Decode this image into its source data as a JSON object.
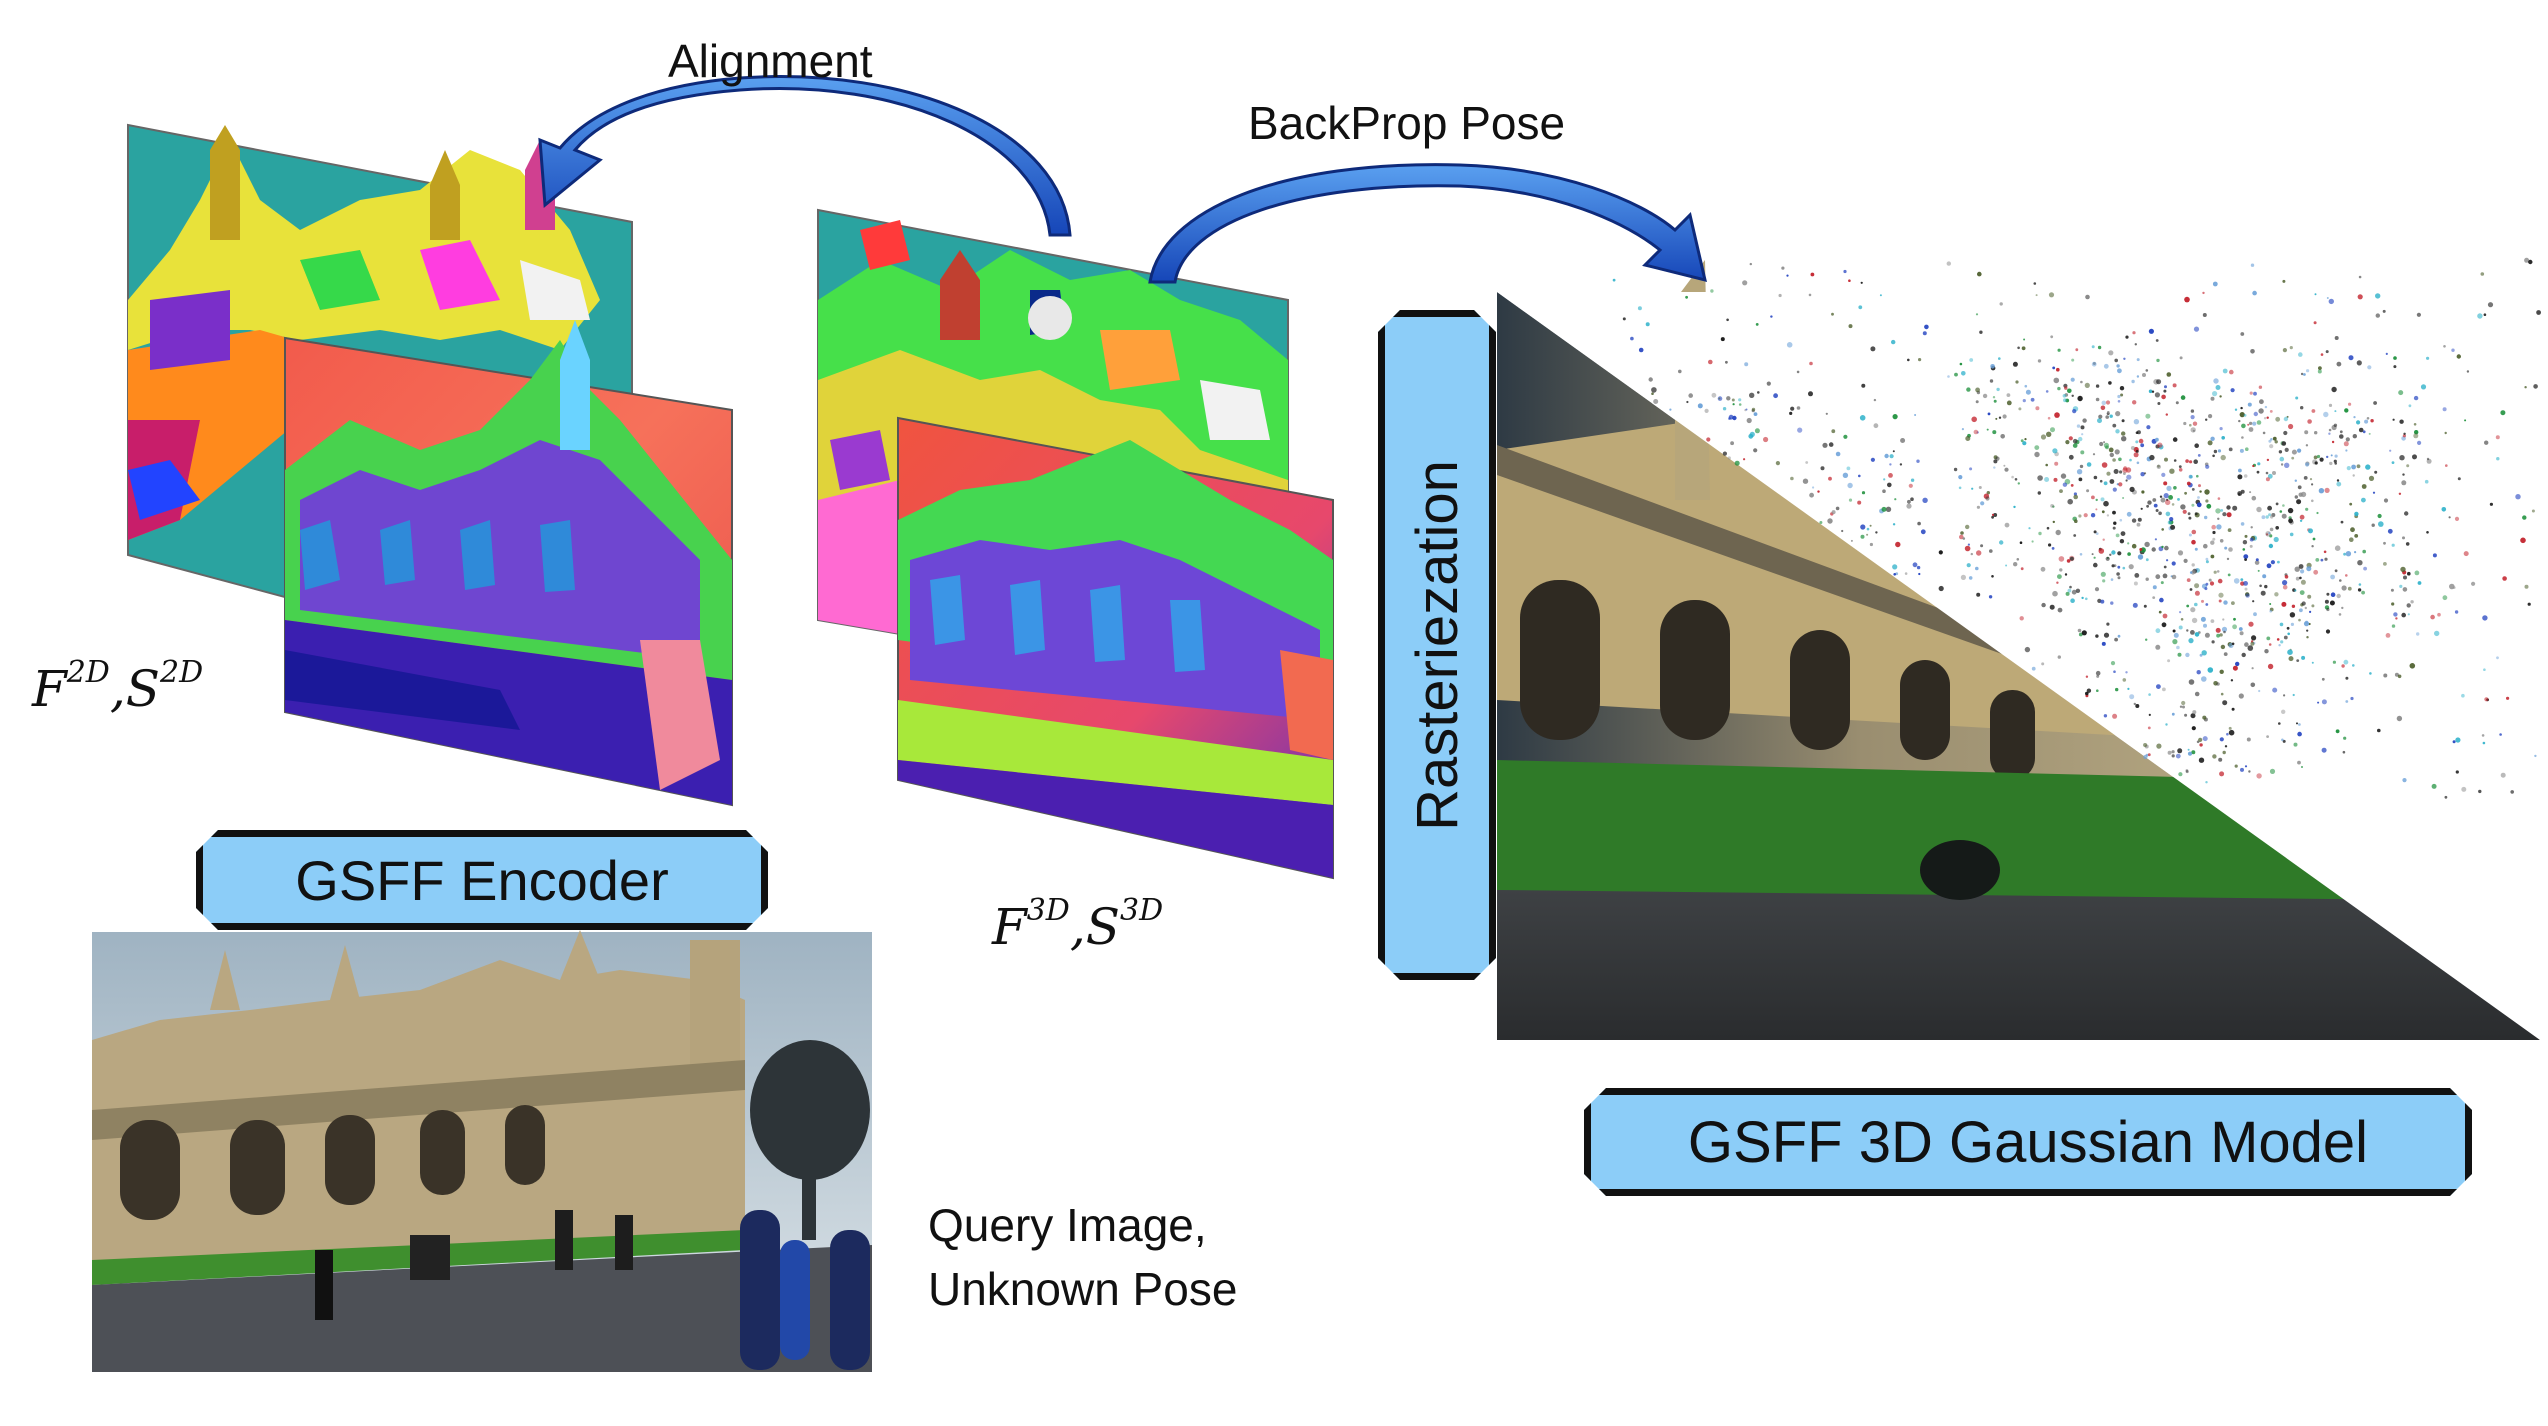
{
  "labels": {
    "alignment": "Alignment",
    "backprop_pose": "BackProp Pose",
    "query_line1": "Query Image,",
    "query_line2": "Unknown Pose"
  },
  "math": {
    "f2d_base": "F",
    "f2d_sup": "2D",
    "s2d_base": "S",
    "s2d_sup": "2D",
    "f3d_base": "F",
    "f3d_sup": "3D",
    "s3d_base": "S",
    "s3d_sup": "3D",
    "sep": ","
  },
  "boxes": {
    "encoder": "GSFF Encoder",
    "rasterization": "Rasteriezation",
    "model": "GSFF 3D Gaussian Model"
  },
  "colors": {
    "box_fill": "#8ccdf8",
    "arrow_fill": "#1f5fd6",
    "teal": "#2aa3a0",
    "salmon": "#f26a55",
    "green": "#3dd64a",
    "purple": "#6a3bc7",
    "sky": "#b8c6cf",
    "stone": "#bfae86",
    "grass": "#3f8f2e",
    "road": "#4a4a4a"
  },
  "icons": {
    "alignment_arrow": "curved-arrow-left-icon",
    "backprop_arrow": "curved-arrow-right-icon"
  }
}
